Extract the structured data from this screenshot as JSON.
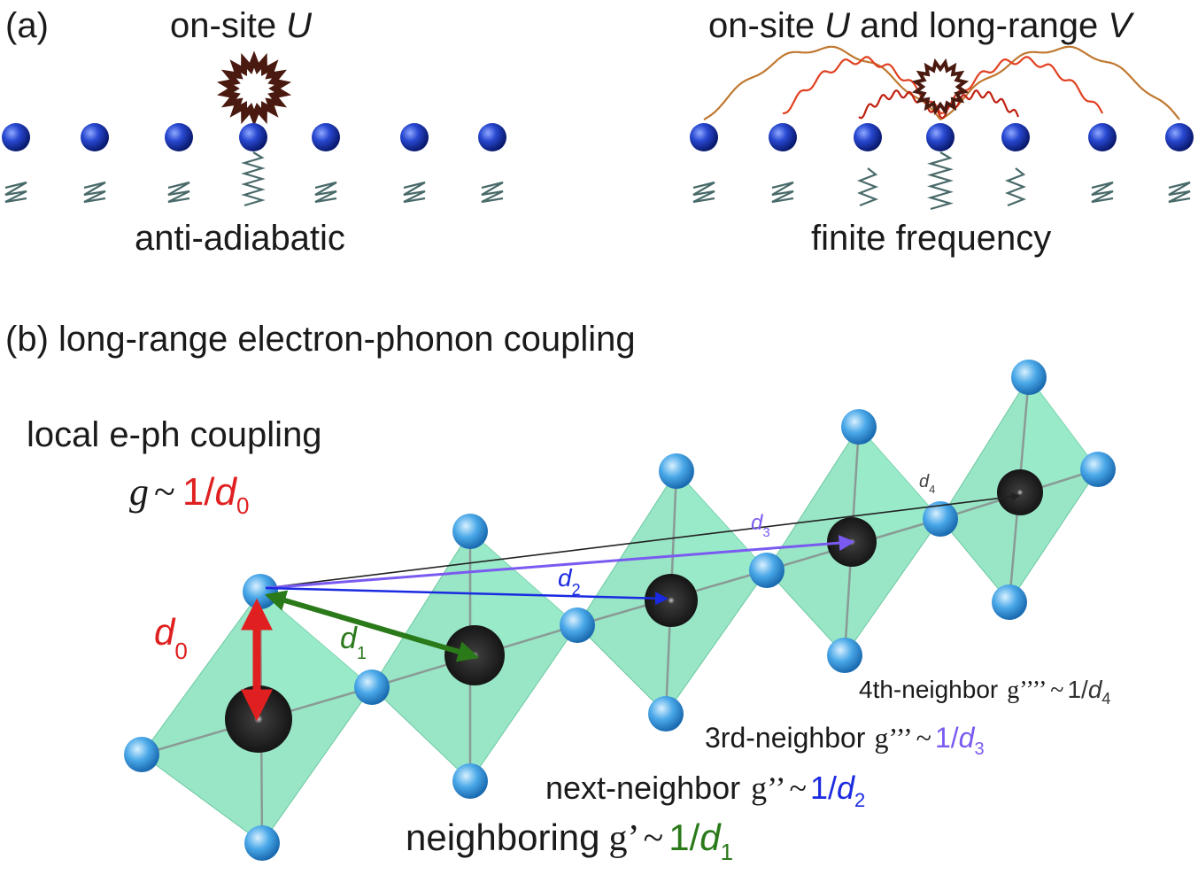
{
  "panel_a": {
    "tag": "(a)",
    "left": {
      "title_prefix": "on-site ",
      "title_var": "U",
      "bottom_label": "anti-adiabatic"
    },
    "right": {
      "title_prefix": "on-site ",
      "title_var1": "U",
      "title_mid": " and long-range ",
      "title_var2": "V",
      "bottom_label": "finite frequency"
    }
  },
  "panel_b": {
    "title": "(b) long-range electron-phonon coupling",
    "local_label": "local e-ph coupling",
    "local_g": "g",
    "tilde": "~",
    "one_over": "1/",
    "d": "d",
    "sub0": "0",
    "sub1": "1",
    "sub2": "2",
    "sub3": "3",
    "sub4": "4",
    "neighbor1_label": "neighboring",
    "neighbor1_g": "g’",
    "neighbor2_label": "next-neighbor",
    "neighbor2_g": "g’’",
    "neighbor3_label": "3rd-neighbor",
    "neighbor3_g": "g’’’",
    "neighbor4_label": "4th-neighbor",
    "neighbor4_g": "g’’’’"
  },
  "colors": {
    "electron": "#1f3fbf",
    "spring": "#4a6a6a",
    "interaction_dark": "#4a1a10",
    "arc_far": "#c07830",
    "arc_near": "#e04020",
    "octahedron": "#7fe0b8",
    "ligand": "#4aa8e8",
    "metal": "#1e1e1e",
    "d0": "#e02020",
    "d1": "#2a7a1a",
    "d2": "#1a2ae0",
    "d3": "#7a5af0",
    "d4": "#222222"
  }
}
